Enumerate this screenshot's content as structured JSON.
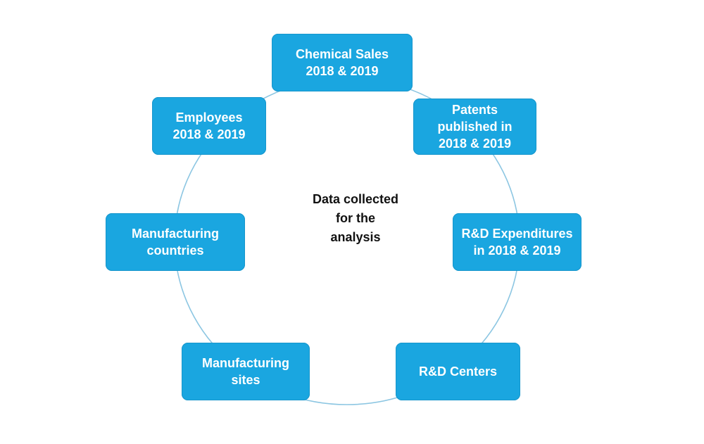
{
  "colors": {
    "node_fill": "#1aa6e0",
    "node_text": "#ffffff",
    "ring_stroke": "#8cc6e2",
    "center_text": "#111111"
  },
  "center": {
    "label": "Data collected\nfor the\nanalysis"
  },
  "nodes": [
    {
      "label": "Chemical Sales\n2018 & 2019"
    },
    {
      "label": "Patents\npublished in\n2018 & 2019"
    },
    {
      "label": "R&D Expenditures\nin 2018 & 2019"
    },
    {
      "label": "R&D Centers"
    },
    {
      "label": "Manufacturing\nsites"
    },
    {
      "label": "Manufacturing\ncountries"
    },
    {
      "label": "Employees\n2018 & 2019"
    }
  ]
}
